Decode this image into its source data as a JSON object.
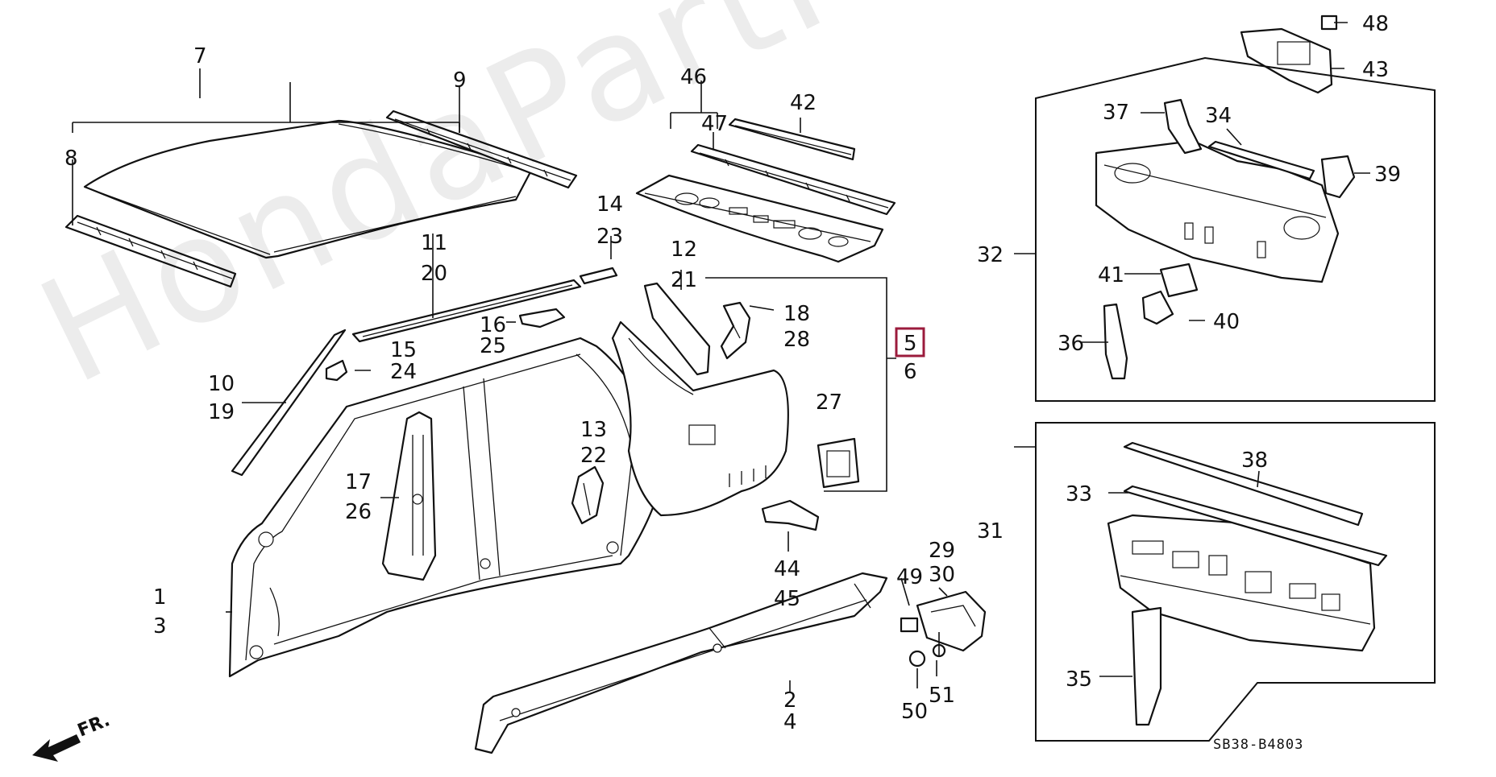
{
  "diagram": {
    "watermark": "HondaPartMine.ru",
    "drawing_code": "SB38-B4803",
    "direction_label": "FR.",
    "highlighted_label": "5",
    "labels": {
      "p1": "1",
      "p2": "2",
      "p3": "3",
      "p4": "4",
      "p5": "5",
      "p6": "6",
      "p7": "7",
      "p8": "8",
      "p9": "9",
      "p10": "10",
      "p11": "11",
      "p12": "12",
      "p13": "13",
      "p14": "14",
      "p15": "15",
      "p16": "16",
      "p17": "17",
      "p18": "18",
      "p19": "19",
      "p20": "20",
      "p21": "21",
      "p22": "22",
      "p23": "23",
      "p24": "24",
      "p25": "25",
      "p26": "26",
      "p27": "27",
      "p28": "28",
      "p29": "29",
      "p30": "30",
      "p31": "31",
      "p32": "32",
      "p33": "33",
      "p34": "34",
      "p35": "35",
      "p36": "36",
      "p37": "37",
      "p38": "38",
      "p39": "39",
      "p40": "40",
      "p41": "41",
      "p42": "42",
      "p43": "43",
      "p44": "44",
      "p45": "45",
      "p46": "46",
      "p47": "47",
      "p48": "48",
      "p49": "49",
      "p50": "50",
      "p51": "51"
    }
  }
}
